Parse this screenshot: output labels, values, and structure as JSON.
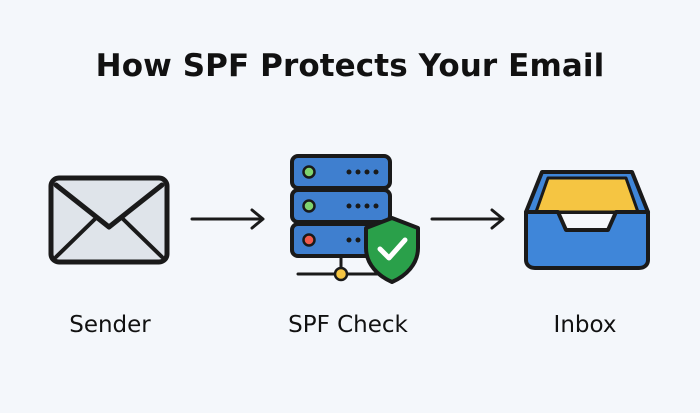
{
  "title": "How SPF Protects Your Email",
  "steps": [
    {
      "label": "Sender",
      "icon": "envelope-icon"
    },
    {
      "label": "SPF Check",
      "icon": "server-shield-icon"
    },
    {
      "label": "Inbox",
      "icon": "inbox-tray-icon"
    }
  ],
  "colors": {
    "background": "#f4f7fb",
    "outline": "#1a1a1a",
    "envelope_fill": "#dfe4ea",
    "server_fill": "#3f7fcf",
    "shield_fill": "#2aa04a",
    "status_green": "#7fd36f",
    "status_red": "#ef5a4c",
    "tray_fill": "#3f86d9",
    "tray_paper": "#f5c542"
  }
}
